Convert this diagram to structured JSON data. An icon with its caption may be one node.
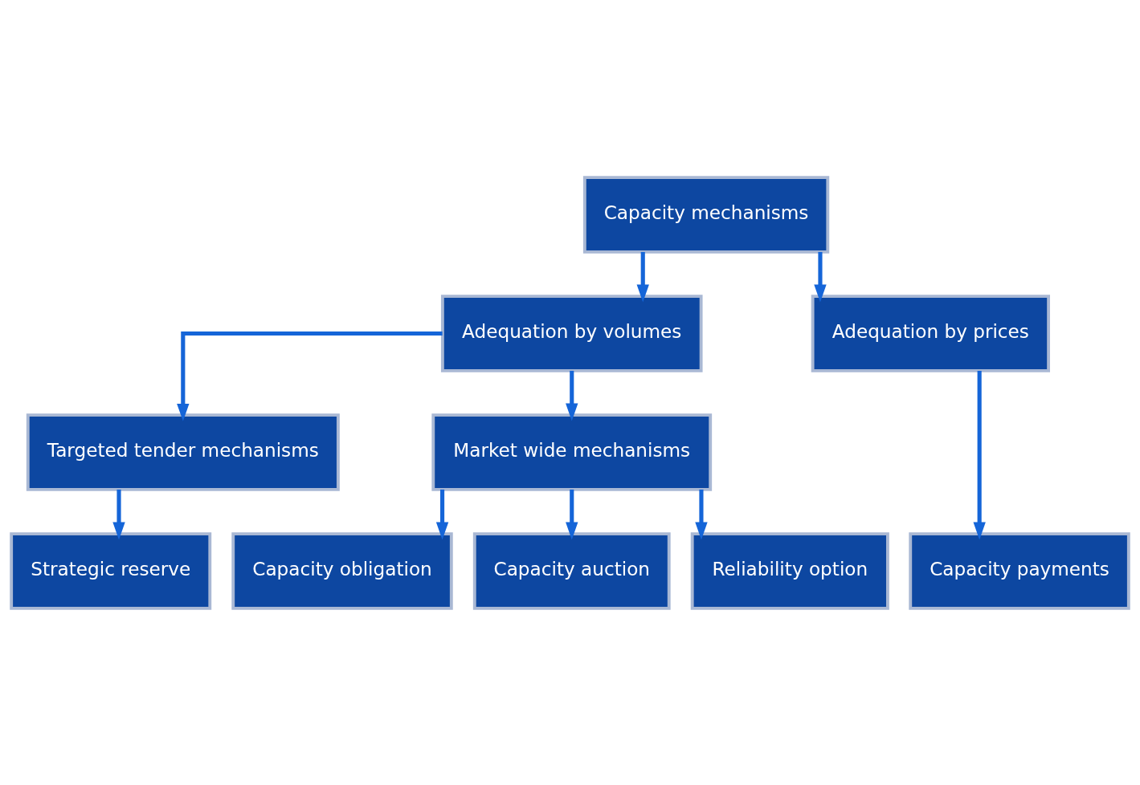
{
  "diagram": {
    "nodes": [
      {
        "text": [
          "Capacity mechanisms"
        ]
      },
      {
        "text": [
          "Adequation by volumes"
        ]
      },
      {
        "text": [
          "Adequation by prices"
        ]
      },
      {
        "text": [
          "Targeted tender mechanisms"
        ]
      },
      {
        "text": [
          "Market wide mechanisms"
        ]
      },
      {
        "text": [
          "Strategic reserve"
        ]
      },
      {
        "text": [
          "Capacity obligation"
        ]
      },
      {
        "text": [
          "Capacity auction"
        ]
      },
      {
        "text": [
          "Reliability option"
        ]
      },
      {
        "text": [
          "Capacity payments"
        ]
      }
    ],
    "edges": [
      {
        "from": 0,
        "to": 1,
        "arrow": "to"
      },
      {
        "from": 0,
        "to": 2,
        "arrow": "to"
      },
      {
        "from": 1,
        "to": 3,
        "arrow": "to"
      },
      {
        "from": 1,
        "to": 4,
        "arrow": "to"
      },
      {
        "from": 3,
        "to": 5,
        "arrow": "to"
      },
      {
        "from": 4,
        "to": 6,
        "arrow": "to"
      },
      {
        "from": 4,
        "to": 7,
        "arrow": "to"
      },
      {
        "from": 4,
        "to": 8,
        "arrow": "to"
      },
      {
        "from": 2,
        "to": 9,
        "arrow": "to"
      }
    ]
  }
}
